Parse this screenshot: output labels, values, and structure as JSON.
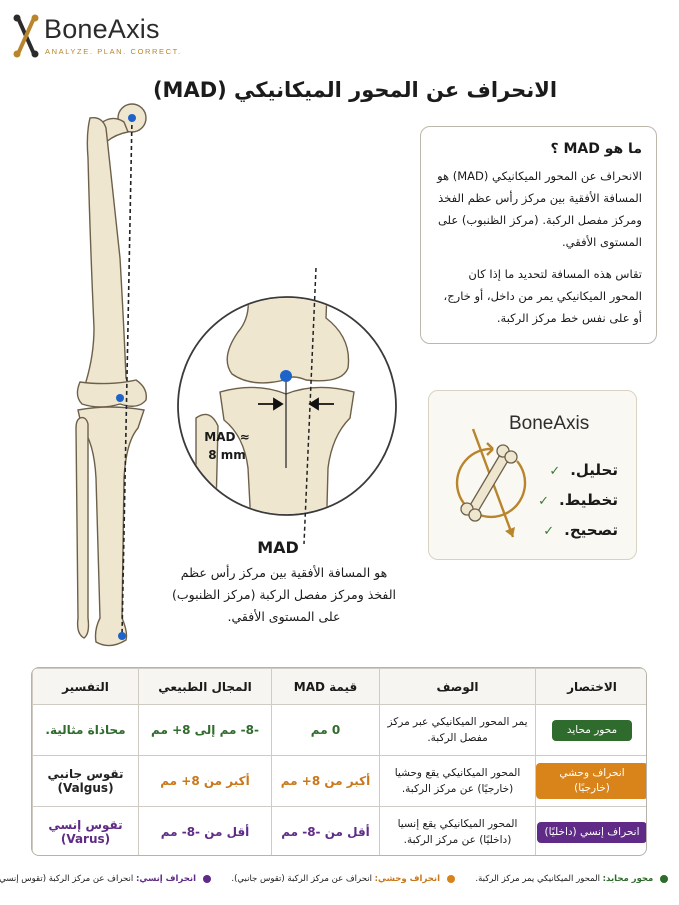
{
  "brand": {
    "name": "BoneAxis",
    "tagline": "ANALYZE. PLAN. CORRECT."
  },
  "title": "الانحراف عن المحور الميكانيكي (MAD)",
  "colors": {
    "neutral": "#2f6b2c",
    "lateral": "#d9841a",
    "medial": "#5f2b86",
    "gold": "#b8852c",
    "bone": "#efe6cf",
    "axis_dot": "#1e63c9"
  },
  "diagram": {
    "mad_measure": "MAD ≈",
    "mad_value": "8 mm",
    "heading": "MAD",
    "description": "هو المسافة الأفقية بين مركز رأس عظم الفخذ ومركز مفصل الركبة (مركز الظنبوب) على المستوى الأفقي."
  },
  "info": {
    "title": "ما هو MAD ؟",
    "p1": "الانحراف عن المحور الميكانيكي (MAD) هو المسافة الأفقية بين مركز رأس عظم الفخذ ومركز مفصل الركبة. (مركز الظنبوب) على المستوى الأفقي.",
    "p2": "تقاس هذه المسافة لتحديد ما إذا كان المحور الميكانيكي يمر من داخل، أو خارج، أو على نفس خط مركز الركبة."
  },
  "brand_box": {
    "name": "BoneAxis",
    "items": [
      "تحليل.",
      "تخطيط.",
      "تصحيح."
    ]
  },
  "table": {
    "headers": [
      "الاختصار",
      "الوصف",
      "قيمة MAD",
      "المجال الطبيعي",
      "التفسير"
    ],
    "rows": [
      {
        "badge": "محور محايد",
        "desc": "يمر المحور الميكانيكي عبر مركز مفصل الركبة.",
        "mad": "0 مم",
        "range": "-8- مم إلى 8+ مم",
        "interp": "محاذاة مثالية."
      },
      {
        "badge": "انحراف وحشي (خارجيًا)",
        "desc": "المحور الميكانيكي يقع وحشيا (خارجيًا) عن مركز الركبة.",
        "mad": "أكبر من 8+ مم",
        "range": "أكبر من 8+ مم",
        "interp": "تقوس جانبي (Valgus)"
      },
      {
        "badge": "انحراف إنسي (داخليًا)",
        "desc": "المحور الميكانيكي يقع إنسيا (داخليًا) عن مركز الركبة.",
        "mad": "أقل من -8- مم",
        "range": "أقل من -8- مم",
        "interp": "تقوس إنسي (Varus)"
      }
    ]
  },
  "legend": [
    {
      "term": "محور محايد:",
      "text": "المحور الميكانيكي يمر مركز الركبة."
    },
    {
      "term": "انحراف وحشي:",
      "text": "انحراف عن مركز الركبة (تقوس جانبي)."
    },
    {
      "term": "انحراف إنسي:",
      "text": "انحراف عن مركز الركبة (تقوس إنسي)."
    }
  ]
}
